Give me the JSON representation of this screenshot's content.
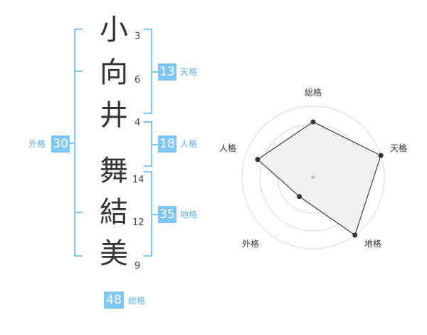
{
  "characters": [
    {
      "char": "小",
      "strokes": "3"
    },
    {
      "char": "向",
      "strokes": "6"
    },
    {
      "char": "井",
      "strokes": "4"
    },
    {
      "char": "舞",
      "strokes": "14"
    },
    {
      "char": "結",
      "strokes": "12"
    },
    {
      "char": "美",
      "strokes": "9"
    }
  ],
  "fortunes": {
    "ten": {
      "value": "13",
      "label": "天格"
    },
    "jin": {
      "value": "18",
      "label": "人格"
    },
    "chi": {
      "value": "35",
      "label": "地格"
    },
    "gai": {
      "value": "30",
      "label": "外格"
    },
    "so": {
      "value": "48",
      "label": "総格"
    }
  },
  "colors": {
    "accent": "#7fc6f5",
    "label": "#5db0e8",
    "radar_fill": "#eeeeee",
    "ring": "#d9d9d9"
  },
  "radar": {
    "axes": [
      "総格",
      "天格",
      "地格",
      "外格",
      "人格"
    ],
    "levels": [
      0.78,
      1.0,
      1.0,
      0.33,
      0.82
    ]
  }
}
